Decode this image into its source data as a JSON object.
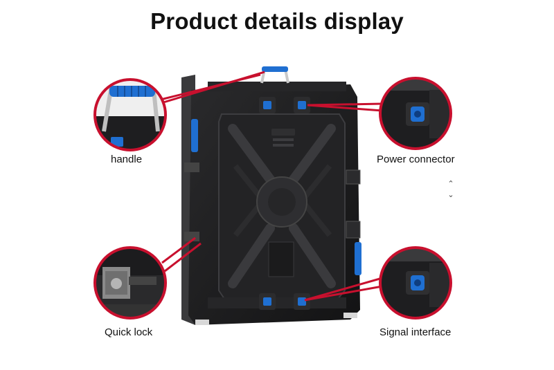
{
  "title": "Product details display",
  "callouts": {
    "handle": "handle",
    "power_connector": "Power connector",
    "quick_lock": "Quick lock",
    "signal_interface": "Signal interface"
  },
  "scroll": {
    "up_glyph": "⌃",
    "down_glyph": "⌄"
  },
  "colors": {
    "callout_ring": "#c8102e",
    "cabinet": "#1d1d1f",
    "connector_blue": "#1f6fd1"
  }
}
